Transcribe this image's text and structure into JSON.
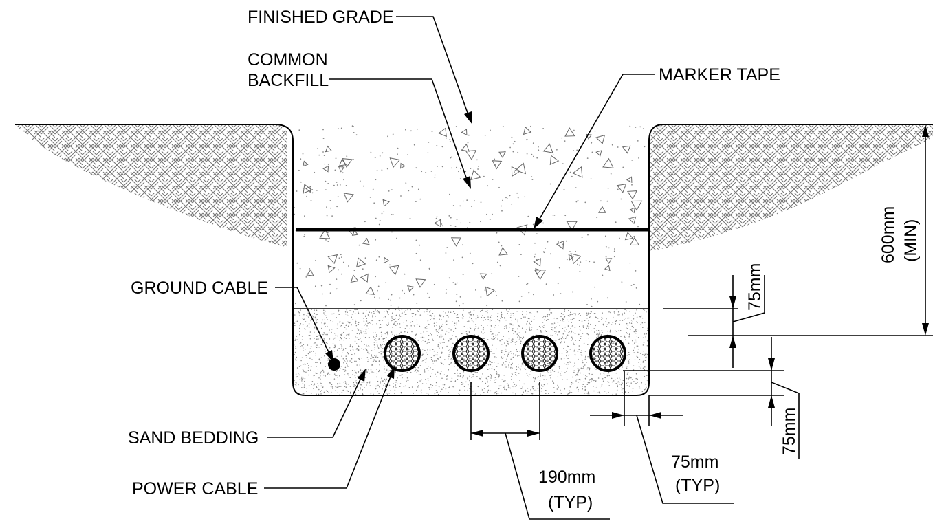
{
  "labels": {
    "finished_grade": "FINISHED GRADE",
    "common_backfill_1": "COMMON",
    "common_backfill_2": "BACKFILL",
    "marker_tape": "MARKER TAPE",
    "ground_cable": "GROUND CABLE",
    "sand_bedding": "SAND BEDDING",
    "power_cable": "POWER CABLE"
  },
  "dimensions": {
    "depth_1": "600mm",
    "depth_2": "(MIN)",
    "cover_top": "75mm",
    "cover_bottom": "75mm",
    "spacing_1": "190mm",
    "spacing_2": "(TYP)",
    "side_clear_1": "75mm",
    "side_clear_2": "(TYP)"
  },
  "colors": {
    "line": "#000000",
    "hatch": "#777777",
    "stipple": "#888888"
  }
}
